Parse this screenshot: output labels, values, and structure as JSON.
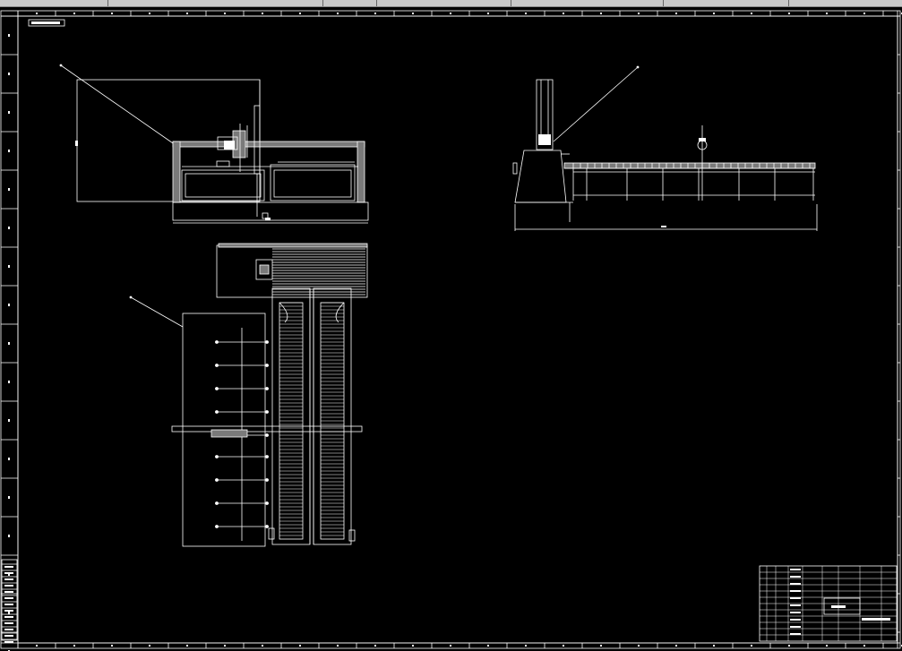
{
  "window": {
    "toolbar_segments": 7
  },
  "drawing": {
    "frame_label_box": "",
    "title_block": {
      "rows": 12,
      "cols": 9
    }
  },
  "colors": {
    "background": "#000000",
    "lines": "#ffffff",
    "fill_gray": "#7a7a7a",
    "toolbar": "#c9c9c9"
  }
}
